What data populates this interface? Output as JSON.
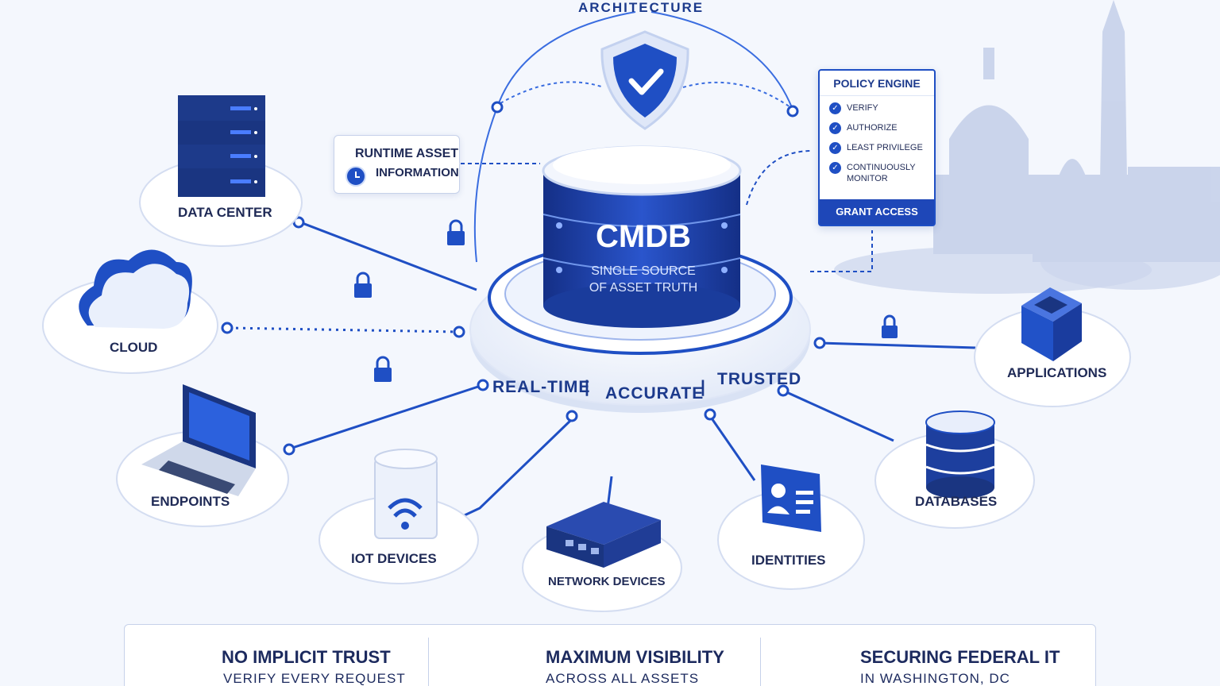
{
  "heading": "ARCHITECTURE",
  "runtime": {
    "line1": "RUNTIME ASSET",
    "line2": "INFORMATION",
    "icon": "clock-icon"
  },
  "policy": {
    "title": "POLICY ENGINE",
    "items": [
      "VERIFY",
      "AUTHORIZE",
      "LEAST PRIVILEGE",
      "CONTINUOUSLY",
      "MONITOR"
    ],
    "button": "GRANT ACCESS"
  },
  "cmdb": {
    "title": "CMDB",
    "subtitle_line1": "SINGLE SOURCE",
    "subtitle_line2": "OF ASSET TRUTH",
    "ring": [
      "REAL-TIME",
      "ACCURATE",
      "TRUSTED"
    ],
    "separator": "|"
  },
  "nodes": {
    "data_center": "DATA CENTER",
    "cloud": "CLOUD",
    "endpoints": "ENDPOINTS",
    "iot": "IOT DEVICES",
    "network": "NETWORK DEVICES",
    "identities": "IDENTITIES",
    "databases": "DATABASES",
    "applications": "APPLICATIONS"
  },
  "features": [
    {
      "title": "NO IMPLICIT TRUST",
      "subtitle": "VERIFY EVERY REQUEST",
      "icon": "shield-icon"
    },
    {
      "title": "MAXIMUM VISIBILITY",
      "subtitle": "ACROSS ALL ASSETS",
      "icon": "eye-icon"
    },
    {
      "title": "SECURING FEDERAL IT",
      "subtitle": "IN WASHINGTON, DC",
      "icon": "capitol-icon"
    }
  ],
  "colors": {
    "primary": "#1f4fc4",
    "dark": "#1c2a5e",
    "background": "#f4f7fd"
  }
}
